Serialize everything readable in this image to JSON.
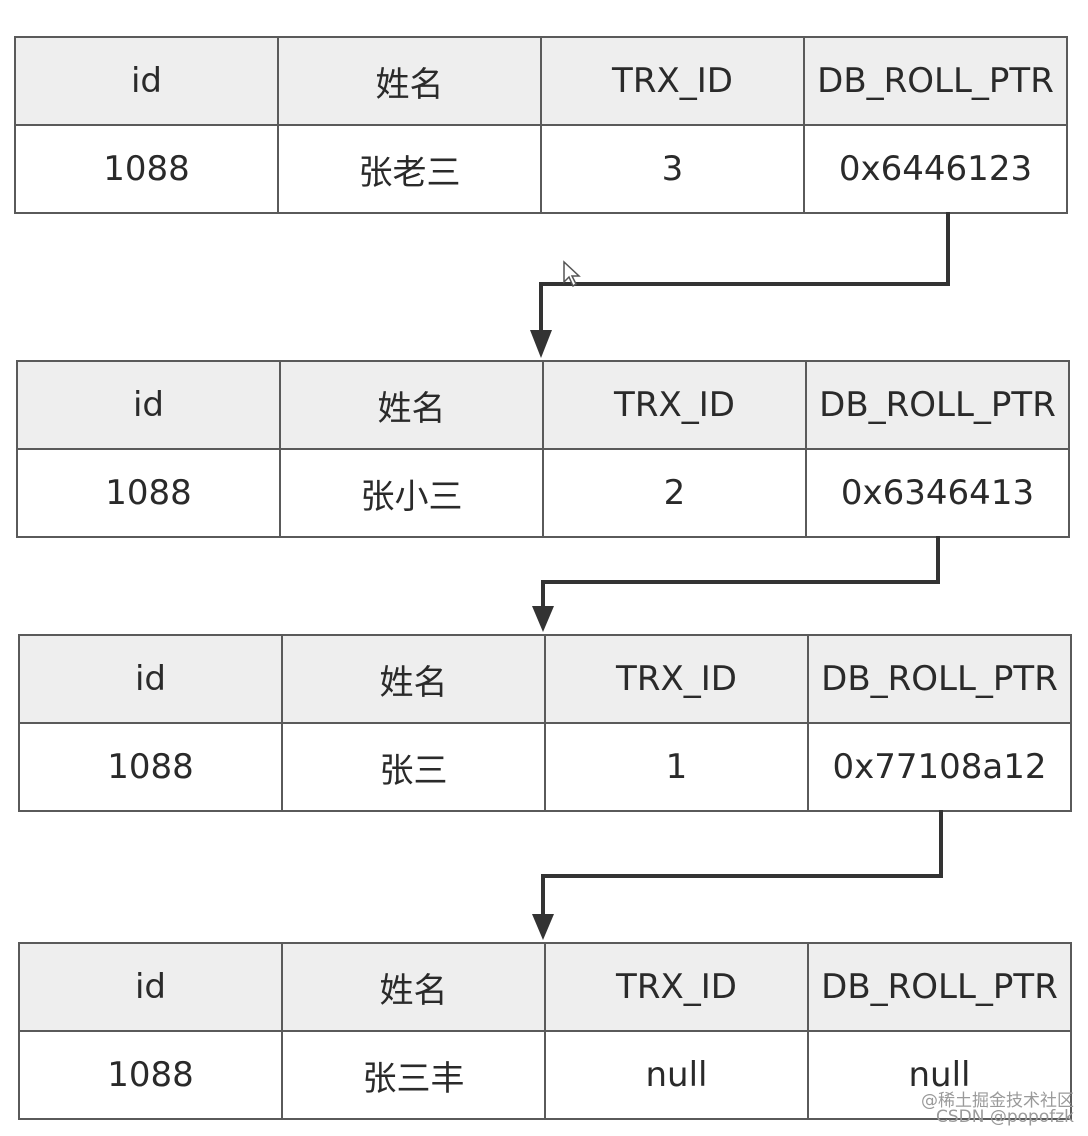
{
  "headers": {
    "id": "id",
    "name": "姓名",
    "trx_id": "TRX_ID",
    "roll_ptr": "DB_ROLL_PTR"
  },
  "records": [
    {
      "id": "1088",
      "name": "张老三",
      "trx_id": "3",
      "roll_ptr": "0x6446123"
    },
    {
      "id": "1088",
      "name": "张小三",
      "trx_id": "2",
      "roll_ptr": "0x6346413"
    },
    {
      "id": "1088",
      "name": "张三",
      "trx_id": "1",
      "roll_ptr": "0x77108a12"
    },
    {
      "id": "1088",
      "name": "张三丰",
      "trx_id": "null",
      "roll_ptr": "null"
    }
  ],
  "watermark": {
    "line1": "@稀土掘金技术社区",
    "line2": "CSDN @popofzk"
  },
  "colors": {
    "header_bg": "#eeeeee",
    "border": "#5a5a5a",
    "arrow": "#333333"
  }
}
